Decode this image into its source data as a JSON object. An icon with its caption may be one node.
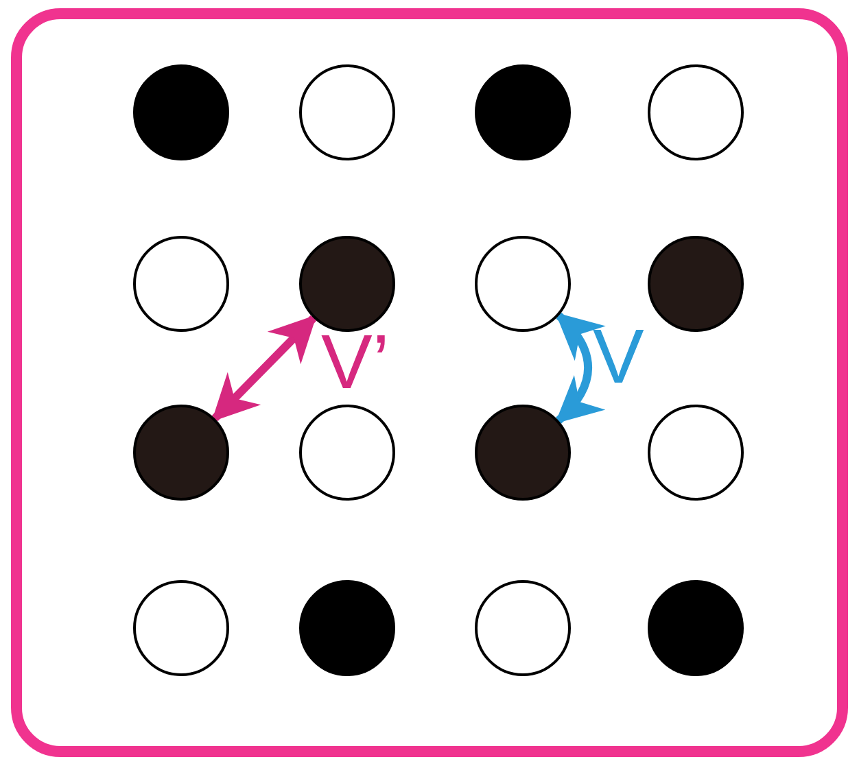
{
  "diagram": {
    "nodes": [
      {
        "text": [],
        "shape": "circle"
      },
      {
        "text": [],
        "shape": "circle"
      },
      {
        "text": [],
        "shape": "circle"
      },
      {
        "text": [],
        "shape": "circle"
      },
      {
        "text": [],
        "shape": "circle"
      },
      {
        "text": [],
        "shape": "circle"
      },
      {
        "text": [],
        "shape": "circle"
      },
      {
        "text": [],
        "shape": "circle"
      },
      {
        "text": [],
        "shape": "circle"
      },
      {
        "text": [],
        "shape": "circle"
      },
      {
        "text": [],
        "shape": "circle"
      },
      {
        "text": [],
        "shape": "circle"
      },
      {
        "text": [],
        "shape": "circle"
      },
      {
        "text": [],
        "shape": "circle"
      },
      {
        "text": [],
        "shape": "circle"
      },
      {
        "text": [],
        "shape": "circle"
      }
    ],
    "edges": [
      {
        "from": 5,
        "to": 8,
        "arrow": "both",
        "label": "V’",
        "color": "#d6287f"
      },
      {
        "from": 6,
        "to": 10,
        "arrow": "both",
        "label": "V",
        "color": "#2a9bd8"
      }
    ]
  }
}
